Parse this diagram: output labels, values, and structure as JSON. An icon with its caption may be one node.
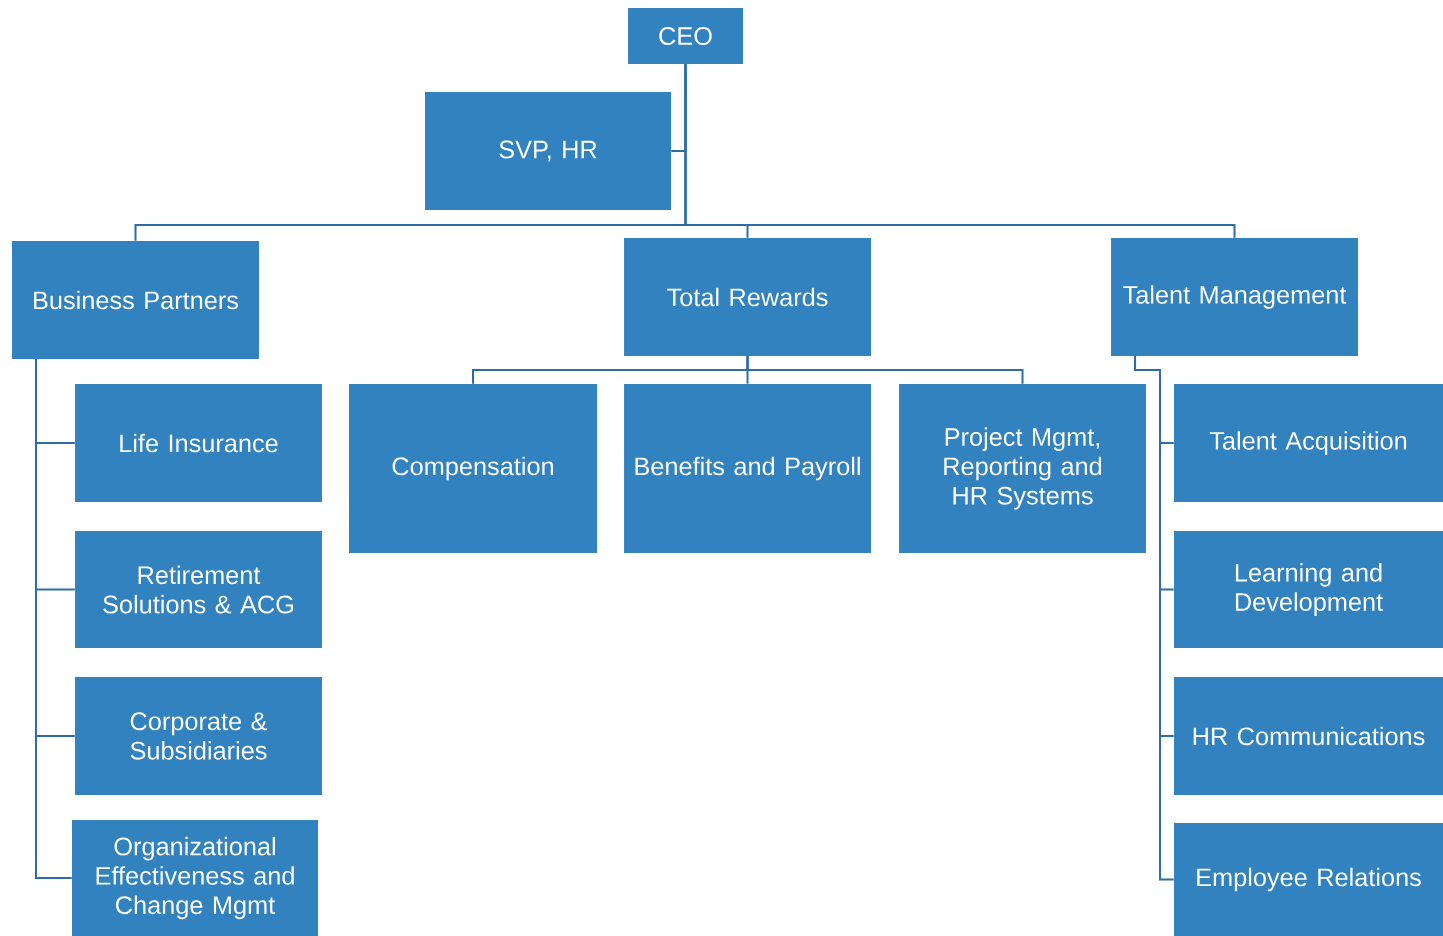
{
  "diagram": {
    "nodes": [
      {
        "text": [
          "CEO"
        ]
      },
      {
        "text": [
          "SVP, HR"
        ]
      },
      {
        "text": [
          "Business Partners"
        ]
      },
      {
        "text": [
          "Total Rewards"
        ]
      },
      {
        "text": [
          "Talent Management"
        ]
      },
      {
        "text": [
          "Life Insurance"
        ]
      },
      {
        "text": [
          "Retirement Solutions & ACG"
        ]
      },
      {
        "text": [
          "Corporate & Subsidiaries"
        ]
      },
      {
        "text": [
          "Organizational Effectiveness and Change Mgmt"
        ]
      },
      {
        "text": [
          "Compensation"
        ]
      },
      {
        "text": [
          "Benefits and Payroll"
        ]
      },
      {
        "text": [
          "Project Mgmt, Reporting and HR Systems"
        ]
      },
      {
        "text": [
          "Talent Acquisition"
        ]
      },
      {
        "text": [
          "Learning and Development"
        ]
      },
      {
        "text": [
          "HR Communications"
        ]
      },
      {
        "text": [
          "Employee Relations"
        ]
      }
    ],
    "edges": [
      {
        "from": 0,
        "to": 1,
        "arrow": "none"
      },
      {
        "from": 0,
        "to": 2,
        "arrow": "none"
      },
      {
        "from": 0,
        "to": 3,
        "arrow": "none"
      },
      {
        "from": 0,
        "to": 4,
        "arrow": "none"
      },
      {
        "from": 2,
        "to": 5,
        "arrow": "none"
      },
      {
        "from": 2,
        "to": 6,
        "arrow": "none"
      },
      {
        "from": 2,
        "to": 7,
        "arrow": "none"
      },
      {
        "from": 2,
        "to": 8,
        "arrow": "none"
      },
      {
        "from": 3,
        "to": 9,
        "arrow": "none"
      },
      {
        "from": 3,
        "to": 10,
        "arrow": "none"
      },
      {
        "from": 3,
        "to": 11,
        "arrow": "none"
      },
      {
        "from": 4,
        "to": 12,
        "arrow": "none"
      },
      {
        "from": 4,
        "to": 13,
        "arrow": "none"
      },
      {
        "from": 4,
        "to": 14,
        "arrow": "none"
      },
      {
        "from": 4,
        "to": 15,
        "arrow": "none"
      }
    ]
  }
}
